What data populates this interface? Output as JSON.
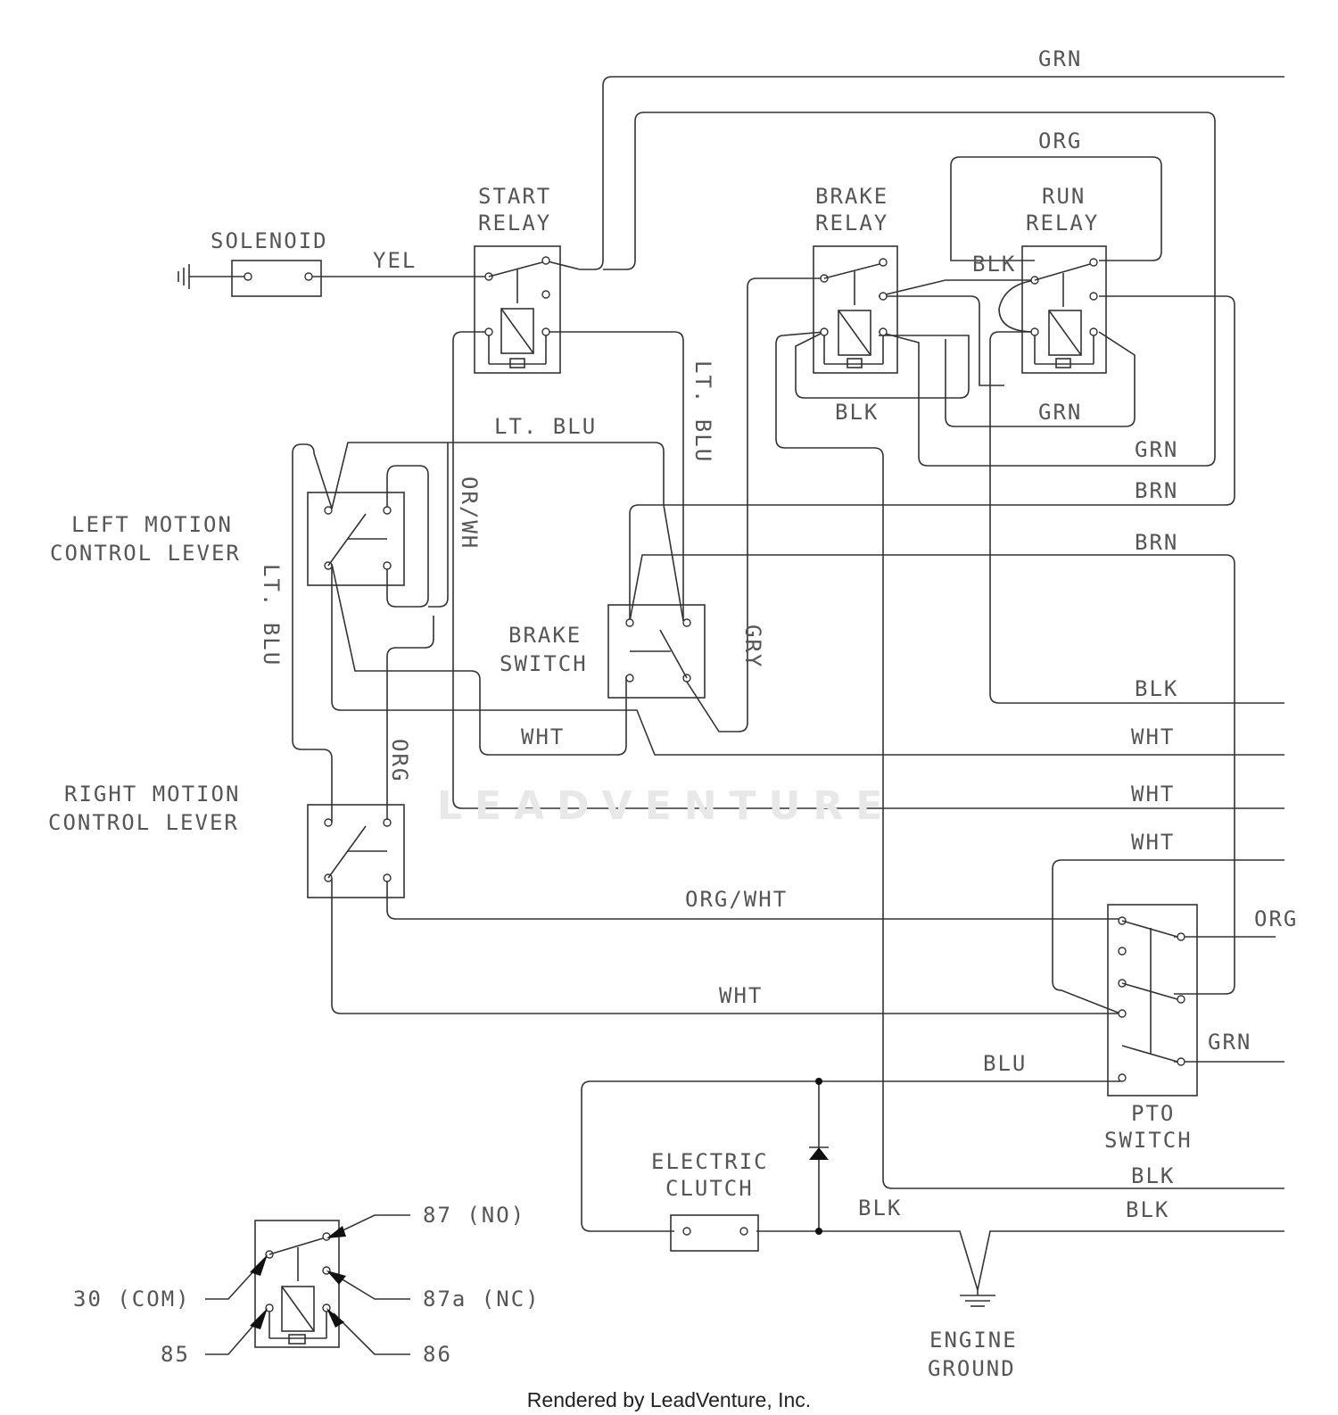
{
  "components": {
    "solenoid": "SOLENOID",
    "start_relay": [
      "START",
      "RELAY"
    ],
    "brake_relay": [
      "BRAKE",
      "RELAY"
    ],
    "run_relay": [
      "RUN",
      "RELAY"
    ],
    "left_lever": [
      "LEFT MOTION",
      "CONTROL LEVER"
    ],
    "right_lever": [
      "RIGHT MOTION",
      "CONTROL LEVER"
    ],
    "brake_switch": [
      "BRAKE",
      "SWITCH"
    ],
    "electric_clutch": [
      "ELECTRIC",
      "CLUTCH"
    ],
    "pto_switch": [
      "PTO",
      "SWITCH"
    ],
    "engine_ground": [
      "ENGINE",
      "GROUND"
    ]
  },
  "wire_labels": {
    "grn_top": "GRN",
    "org_top": "ORG",
    "yel": "YEL",
    "blk_run": "BLK",
    "lt_blu_v": "LT. BLU",
    "lt_blu_h": "LT. BLU",
    "lt_blu_left": "LT. BLU",
    "or_wh": "OR/WH",
    "blk_brake": "BLK",
    "grn_run": "GRN",
    "grn_right": "GRN",
    "brn_1": "BRN",
    "brn_2": "BRN",
    "gry": "GRY",
    "wht_brake": "WHT",
    "blk_right": "BLK",
    "wht_1": "WHT",
    "wht_2": "WHT",
    "wht_3": "WHT",
    "org_v": "ORG",
    "org_wht": "ORG/WHT",
    "org_pto": "ORG",
    "wht_bottom": "WHT",
    "grn_pto": "GRN",
    "blu": "BLU",
    "blk_1": "BLK",
    "blk_2": "BLK",
    "blk_clutch": "BLK"
  },
  "relay_legend": {
    "no": "87 (NO)",
    "com": "30 (COM)",
    "nc": "87a (NC)",
    "p85": "85",
    "p86": "86"
  },
  "watermark": "LEADVENTURE",
  "footer": "Rendered by LeadVenture, Inc."
}
